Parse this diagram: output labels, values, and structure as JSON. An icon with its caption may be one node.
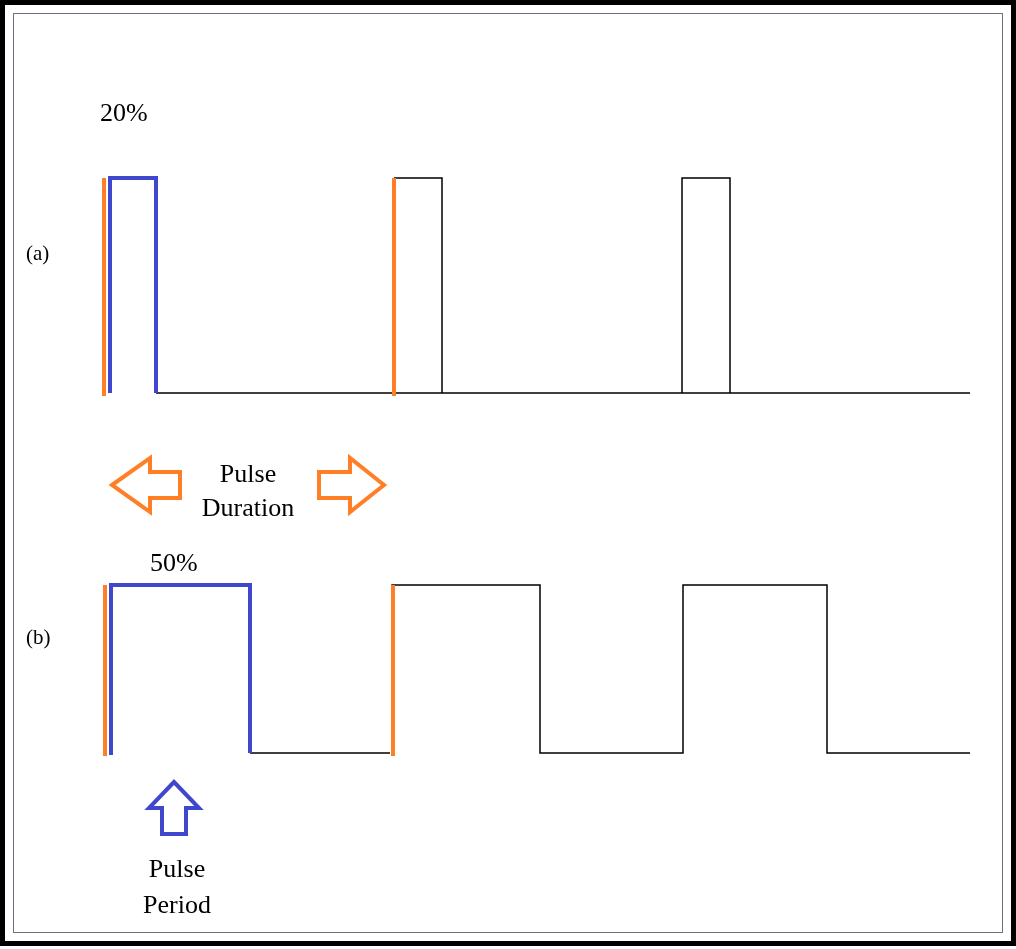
{
  "diagram": {
    "labels": [
      "20%",
      "(a)",
      "Pulse Duration",
      "50%",
      "(b)",
      "Pulse Period"
    ]
  }
}
